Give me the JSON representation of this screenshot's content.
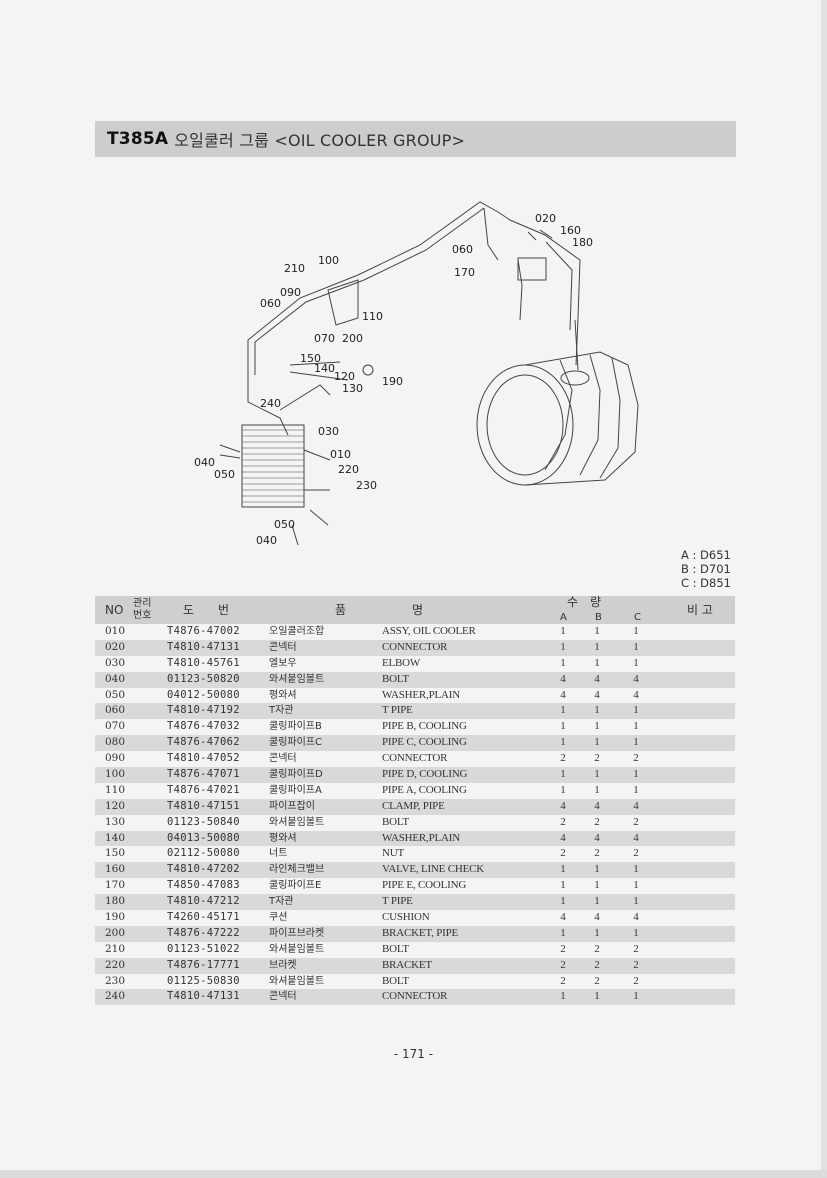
{
  "title": {
    "code": "T385A",
    "text": "오일쿨러 그룹 <OIL COOLER GROUP>"
  },
  "diagram": {
    "callouts": [
      "020",
      "160",
      "180",
      "060",
      "170",
      "100",
      "210",
      "090",
      "060",
      "110",
      "070",
      "200",
      "150",
      "140",
      "120",
      "130",
      "190",
      "240",
      "030",
      "010",
      "220",
      "230",
      "040",
      "050",
      "050",
      "040"
    ]
  },
  "legend": [
    "A : D651",
    "B : D701",
    "C : D851"
  ],
  "table": {
    "headers": {
      "no": "NO",
      "mgmt_top": "관리",
      "mgmt_bottom": "번호",
      "drawing": "도　　번",
      "name_part1": "품",
      "name_part2": "명",
      "qty": "수　량",
      "qty_a": "A",
      "qty_b": "B",
      "qty_c": "C",
      "remarks": "비 고"
    },
    "rows": [
      {
        "no": "010",
        "part": "T4876-47002",
        "kr": "오일쿨러조합",
        "en": "ASSY, OIL COOLER",
        "a": "1",
        "b": "1",
        "c": "1"
      },
      {
        "no": "020",
        "part": "T4810-47131",
        "kr": "콘넥터",
        "en": "CONNECTOR",
        "a": "1",
        "b": "1",
        "c": "1"
      },
      {
        "no": "030",
        "part": "T4810-45761",
        "kr": "엘보우",
        "en": "ELBOW",
        "a": "1",
        "b": "1",
        "c": "1"
      },
      {
        "no": "040",
        "part": "01123-50820",
        "kr": "와셔붙임볼트",
        "en": "BOLT",
        "a": "4",
        "b": "4",
        "c": "4"
      },
      {
        "no": "050",
        "part": "04012-50080",
        "kr": "평와셔",
        "en": "WASHER,PLAIN",
        "a": "4",
        "b": "4",
        "c": "4"
      },
      {
        "no": "060",
        "part": "T4810-47192",
        "kr": "T자관",
        "en": "T PIPE",
        "a": "1",
        "b": "1",
        "c": "1"
      },
      {
        "no": "070",
        "part": "T4876-47032",
        "kr": "쿨링파이프B",
        "en": "PIPE B, COOLING",
        "a": "1",
        "b": "1",
        "c": "1"
      },
      {
        "no": "080",
        "part": "T4876-47062",
        "kr": "쿨링파이프C",
        "en": "PIPE C, COOLING",
        "a": "1",
        "b": "1",
        "c": "1"
      },
      {
        "no": "090",
        "part": "T4810-47052",
        "kr": "콘넥터",
        "en": "CONNECTOR",
        "a": "2",
        "b": "2",
        "c": "2"
      },
      {
        "no": "100",
        "part": "T4876-47071",
        "kr": "쿨링파이프D",
        "en": "PIPE D, COOLING",
        "a": "1",
        "b": "1",
        "c": "1"
      },
      {
        "no": "110",
        "part": "T4876-47021",
        "kr": "쿨링파이프A",
        "en": "PIPE A, COOLING",
        "a": "1",
        "b": "1",
        "c": "1"
      },
      {
        "no": "120",
        "part": "T4810-47151",
        "kr": "파이프잡이",
        "en": "CLAMP, PIPE",
        "a": "4",
        "b": "4",
        "c": "4"
      },
      {
        "no": "130",
        "part": "01123-50840",
        "kr": "와셔붙임볼트",
        "en": "BOLT",
        "a": "2",
        "b": "2",
        "c": "2"
      },
      {
        "no": "140",
        "part": "04013-50080",
        "kr": "평와셔",
        "en": "WASHER,PLAIN",
        "a": "4",
        "b": "4",
        "c": "4"
      },
      {
        "no": "150",
        "part": "02112-50080",
        "kr": "너트",
        "en": "NUT",
        "a": "2",
        "b": "2",
        "c": "2"
      },
      {
        "no": "160",
        "part": "T4810-47202",
        "kr": "라인체크밸브",
        "en": "VALVE, LINE CHECK",
        "a": "1",
        "b": "1",
        "c": "1"
      },
      {
        "no": "170",
        "part": "T4850-47083",
        "kr": "쿨링파이프E",
        "en": "PIPE E, COOLING",
        "a": "1",
        "b": "1",
        "c": "1"
      },
      {
        "no": "180",
        "part": "T4810-47212",
        "kr": "T자관",
        "en": "T PIPE",
        "a": "1",
        "b": "1",
        "c": "1"
      },
      {
        "no": "190",
        "part": "T4260-45171",
        "kr": "쿠션",
        "en": "CUSHION",
        "a": "4",
        "b": "4",
        "c": "4"
      },
      {
        "no": "200",
        "part": "T4876-47222",
        "kr": "파이프브라켓",
        "en": "BRACKET, PIPE",
        "a": "1",
        "b": "1",
        "c": "1"
      },
      {
        "no": "210",
        "part": "01123-51022",
        "kr": "와셔붙임볼트",
        "en": "BOLT",
        "a": "2",
        "b": "2",
        "c": "2"
      },
      {
        "no": "220",
        "part": "T4876-17771",
        "kr": "브라켓",
        "en": "BRACKET",
        "a": "2",
        "b": "2",
        "c": "2"
      },
      {
        "no": "230",
        "part": "01125-50830",
        "kr": "와셔붙임볼트",
        "en": "BOLT",
        "a": "2",
        "b": "2",
        "c": "2"
      },
      {
        "no": "240",
        "part": "T4810-47131",
        "kr": "콘넥터",
        "en": "CONNECTOR",
        "a": "1",
        "b": "1",
        "c": "1"
      }
    ]
  },
  "page_number": "- 171 -"
}
